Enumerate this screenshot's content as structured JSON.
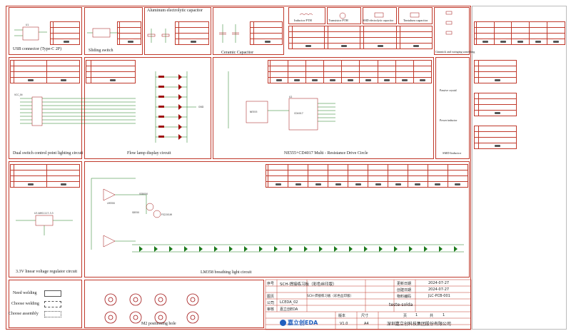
{
  "sections": {
    "usb": "USB connector (Type-C 2P)",
    "slide": "Sliding switch",
    "alu": "Aluminum electrolytic capacitor",
    "ceramic": "Ceramic Capacitor",
    "inductor_pth": "Inductor PTH",
    "transistor_pth": "Transistor PTH",
    "smd_elec": "SMD electrolytic capacitor",
    "tantalum": "Tantalum capacitor",
    "dip": "Dual switch control point lighting circuit",
    "flow": "Flow lamp display circuit",
    "ne555": "NE555+CD4017 Multi - Resistance Drive Circle",
    "regulator": "3.3V linear voltage regulator circuit",
    "lm358": "LM358 breathing light circuit",
    "m2": "M2 positioning hole",
    "smd_ind": "SMD Inductor",
    "power_ind": "Power inductor",
    "passive": "Passive crystal",
    "gold": "Gimmick and swinging something"
  },
  "legend": {
    "need_welding": "Need welding",
    "choose_welding": "Choose welding",
    "choose_assembly": "Choose assembly"
  },
  "parts": {
    "u1": "U1",
    "u2": "U2",
    "u3": "U3 AMS1117-3.3",
    "ne555": "NE555",
    "cd4017": "CD4017",
    "lm358": "LM358",
    "ss8050": "SS8050",
    "s8550": "S8550",
    "s2201w": "FS2201W",
    "vcc": "VCC",
    "gnd": "GND",
    "vcc_in": "VCC_IN"
  },
  "title_block": {
    "process_label": "序号",
    "project_name": "SCH-焊接练习板（彩色丝印版）",
    "update_date_label": "更新日期",
    "update_date": "2024-07-27",
    "create_date_label": "创建日期",
    "create_date": "2024-07-27",
    "material_label": "物料编码",
    "material_code": "JLC-PCB-001",
    "drawing_label": "图页",
    "drawing_name": "SCH-焊接练习板（彩色丝印版）",
    "company_label": "公司",
    "company": "LCEDA_02",
    "checker_label": "审核",
    "checker": "嘉立创EDA",
    "board_name": "teste-solda",
    "version_label": "版本",
    "size_label": "尺寸",
    "page_label": "页",
    "page": "1",
    "of_label": "共",
    "total": "1",
    "version": "V1.0",
    "size": "A4",
    "vendor": "深圳嘉立创科技集团股份有限公司",
    "logo": "嘉立创EDA"
  },
  "colors": {
    "frame": "#c0392b",
    "wire": "#1a7a1a",
    "part": "#a01010",
    "pin": "#1f3fa8",
    "text": "#222222"
  }
}
